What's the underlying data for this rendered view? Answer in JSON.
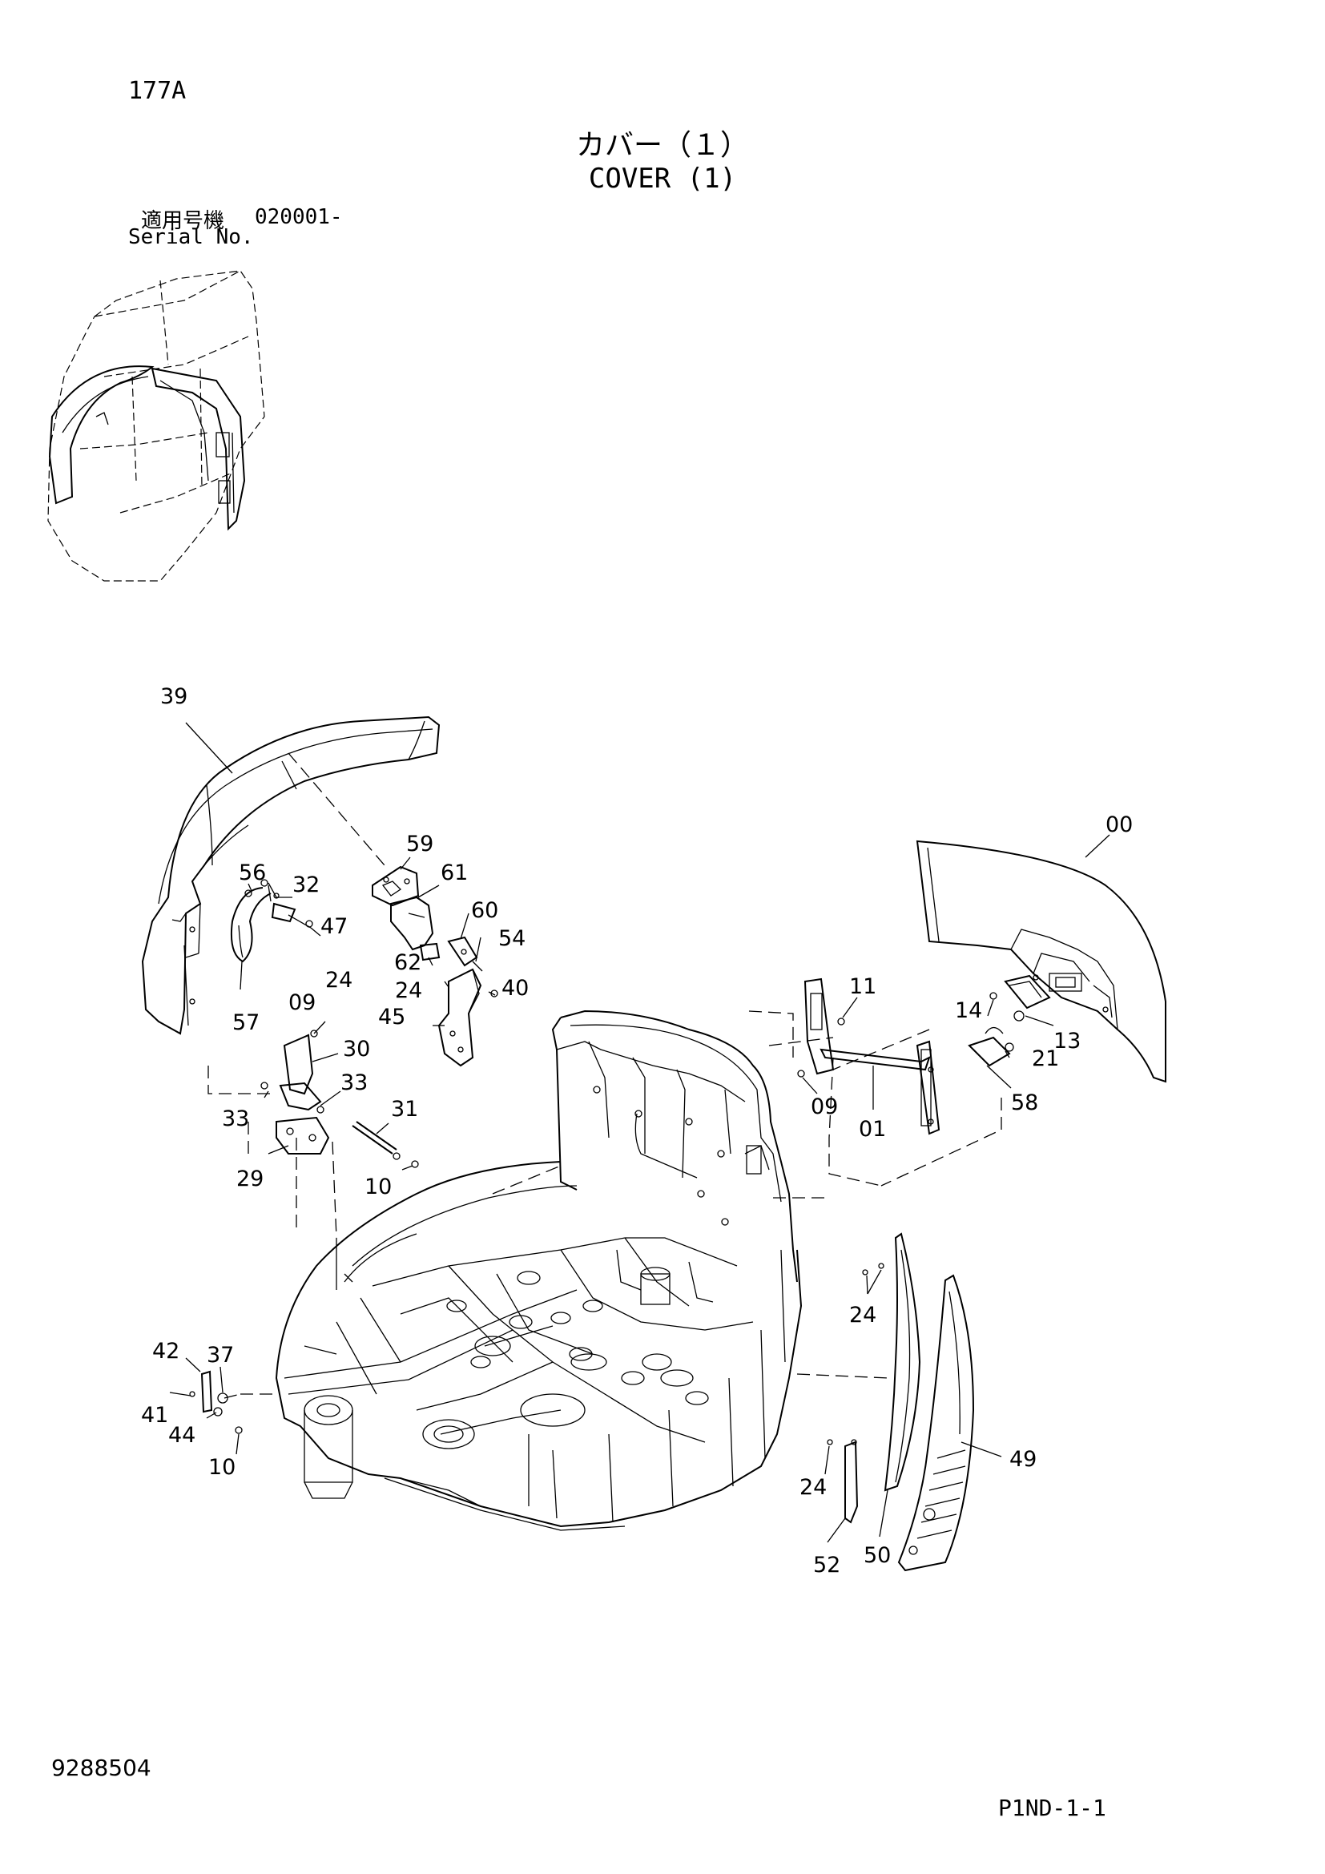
{
  "header": {
    "page_code": "177A",
    "title_jp": "カバー（１）",
    "title_en": "COVER (1)",
    "serial_label_jp": "適用号機",
    "serial_value": "020001-",
    "serial_label_en": "Serial No."
  },
  "footer": {
    "doc_number": "9288504",
    "sheet_ref": "P1ND-1-1"
  },
  "callouts": {
    "c39": "39",
    "c59": "59",
    "c61": "61",
    "c56": "56",
    "c32": "32",
    "c47": "47",
    "c24a": "24",
    "c60": "60",
    "c54": "54",
    "c62": "62",
    "c24b": "24",
    "c40": "40",
    "c45": "45",
    "c57": "57",
    "c09a": "09",
    "c30": "30",
    "c33a": "33",
    "c33b": "33",
    "c31": "31",
    "c29": "29",
    "c10a": "10",
    "c00": "00",
    "c11": "11",
    "c14": "14",
    "c13": "13",
    "c21": "21",
    "c09b": "09",
    "c01": "01",
    "c58": "58",
    "c24c": "24",
    "c42": "42",
    "c37": "37",
    "c41": "41",
    "c44": "44",
    "c10b": "10",
    "c49": "49",
    "c24d": "24",
    "c50": "50",
    "c52": "52"
  }
}
